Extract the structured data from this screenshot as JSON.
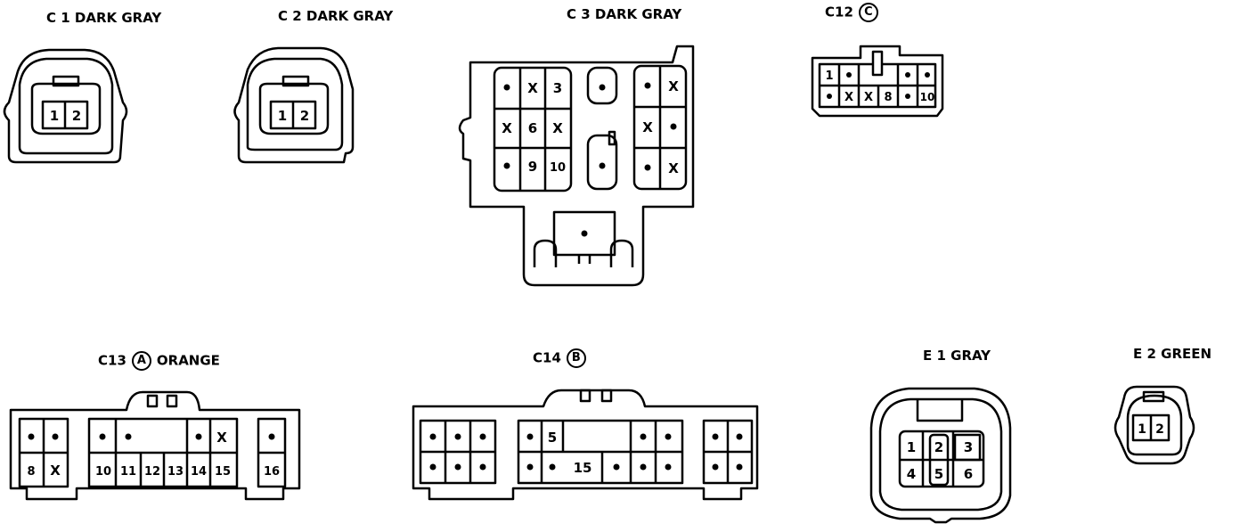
{
  "connectors": {
    "c1": {
      "title_text": "C 1 DARK GRAY",
      "pins": [
        "1",
        "2"
      ]
    },
    "c2": {
      "title_text": "C 2 DARK GRAY",
      "pins": [
        "1",
        "2"
      ]
    },
    "c3": {
      "title_text": "C 3 DARK GRAY",
      "pins": [
        "X",
        "3",
        "X",
        "6",
        "X",
        "9",
        "10",
        "X",
        "X",
        "X"
      ]
    },
    "c12": {
      "title_prefix": "C12",
      "badge": "C",
      "pins": [
        "1",
        "X",
        "X",
        "8",
        "10"
      ]
    },
    "c13": {
      "title_prefix": "C13",
      "badge": "A",
      "color": "ORANGE",
      "pins": [
        "X",
        "8",
        "X",
        "10",
        "11",
        "12",
        "13",
        "14",
        "15",
        "16"
      ]
    },
    "c14": {
      "title_prefix": "C14",
      "badge": "B",
      "pins": [
        "5",
        "15"
      ]
    },
    "e1": {
      "title_text": "E 1 GRAY",
      "pins": [
        "1",
        "2",
        "3",
        "4",
        "5",
        "6"
      ]
    },
    "e2": {
      "title_text": "E 2 GREEN",
      "pins": [
        "1",
        "2"
      ]
    }
  },
  "style": {
    "ink_color": "#000000",
    "paper_color": "#ffffff"
  }
}
